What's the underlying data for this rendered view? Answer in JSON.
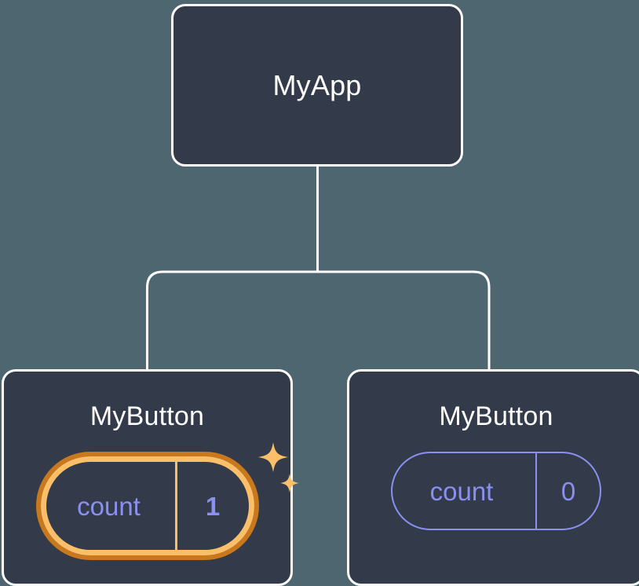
{
  "diagram": {
    "type": "component-tree",
    "background_color": "#4d6670",
    "node_fill_color": "#333a49",
    "node_border_color": "#ffffff",
    "connector_color": "#ffffff",
    "accent_highlight_outer": "#c9781d",
    "accent_highlight_inner": "#fbbf6a",
    "state_text_color": "#8b90f0",
    "nodes": {
      "root": {
        "label": "MyApp"
      },
      "child_left": {
        "label": "MyButton",
        "state": {
          "name": "count",
          "value": "1",
          "highlighted": "true"
        },
        "sparkle_icons": "sparkle-star"
      },
      "child_right": {
        "label": "MyButton",
        "state": {
          "name": "count",
          "value": "0",
          "highlighted": "false"
        }
      }
    }
  }
}
